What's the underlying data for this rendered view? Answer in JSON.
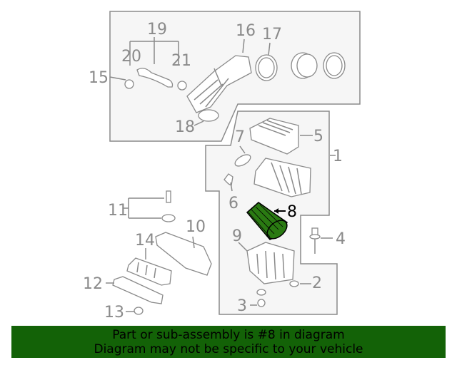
{
  "diagram": {
    "highlighted_part": "8",
    "highlight_color": "#2a7a12",
    "labels": {
      "p1": "1",
      "p2": "2",
      "p3": "3",
      "p4": "4",
      "p5": "5",
      "p6": "6",
      "p7": "7",
      "p8": "8",
      "p9": "9",
      "p10": "10",
      "p11": "11",
      "p12": "12",
      "p13": "13",
      "p14": "14",
      "p15": "15",
      "p16": "16",
      "p17": "17",
      "p18": "18",
      "p19": "19",
      "p20": "20",
      "p21": "21"
    }
  },
  "banner": {
    "line1": "Part or sub-assembly is #8 in diagram",
    "line2": "Diagram may not be specific to your vehicle",
    "background": "#136207"
  }
}
